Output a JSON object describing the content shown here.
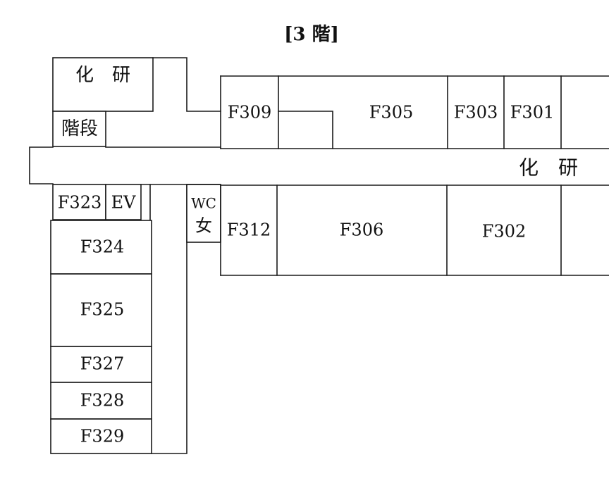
{
  "title": "[3 階]",
  "rooms": {
    "kaken_top": "化　研",
    "stairs": "階段",
    "f323": "F323",
    "ev": "EV",
    "f324": "F324",
    "f325": "F325",
    "f327": "F327",
    "f328": "F328",
    "f329": "F329",
    "wc_line1": "WC",
    "wc_line2": "女",
    "f309": "F309",
    "f305": "F305",
    "f303": "F303",
    "f301": "F301",
    "f312": "F312",
    "f306": "F306",
    "f302": "F302",
    "kaken_corridor": "化　研"
  }
}
